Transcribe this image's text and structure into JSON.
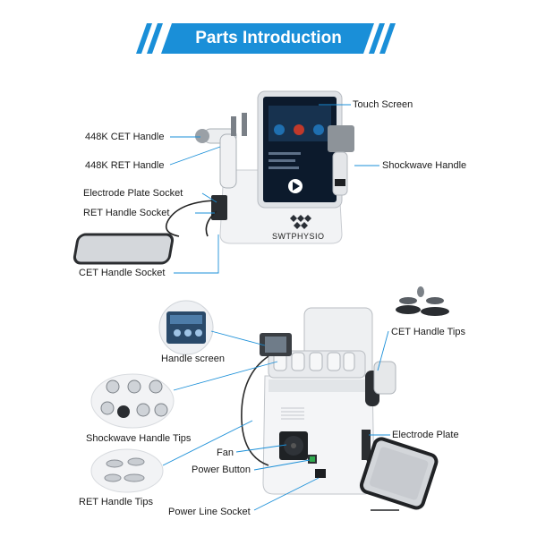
{
  "banner": {
    "title": "Parts Introduction"
  },
  "colors": {
    "accent": "#1a8fd8",
    "line": "#1a8fd8",
    "screen": "#0c1a2c"
  },
  "device_brand": "SWTPHYSIO",
  "top_labels": {
    "touch_screen": "Touch Screen",
    "cet_handle": "448K CET Handle",
    "ret_handle": "448K RET Handle",
    "shockwave_handle": "Shockwave Handle",
    "electrode_plate_socket": "Electrode Plate Socket",
    "ret_handle_socket": "RET Handle Socket",
    "cet_handle_socket": "CET Handle Socket"
  },
  "bottom_labels": {
    "cet_handle_tips": "CET Handle Tips",
    "handle_screen": "Handle screen",
    "shockwave_handle_tips": "Shockwave Handle Tips",
    "ret_handle_tips": "RET Handle Tips",
    "fan": "Fan",
    "power_button": "Power Button",
    "power_line_socket": "Power Line Socket",
    "electrode_plate": "Electrode Plate"
  }
}
